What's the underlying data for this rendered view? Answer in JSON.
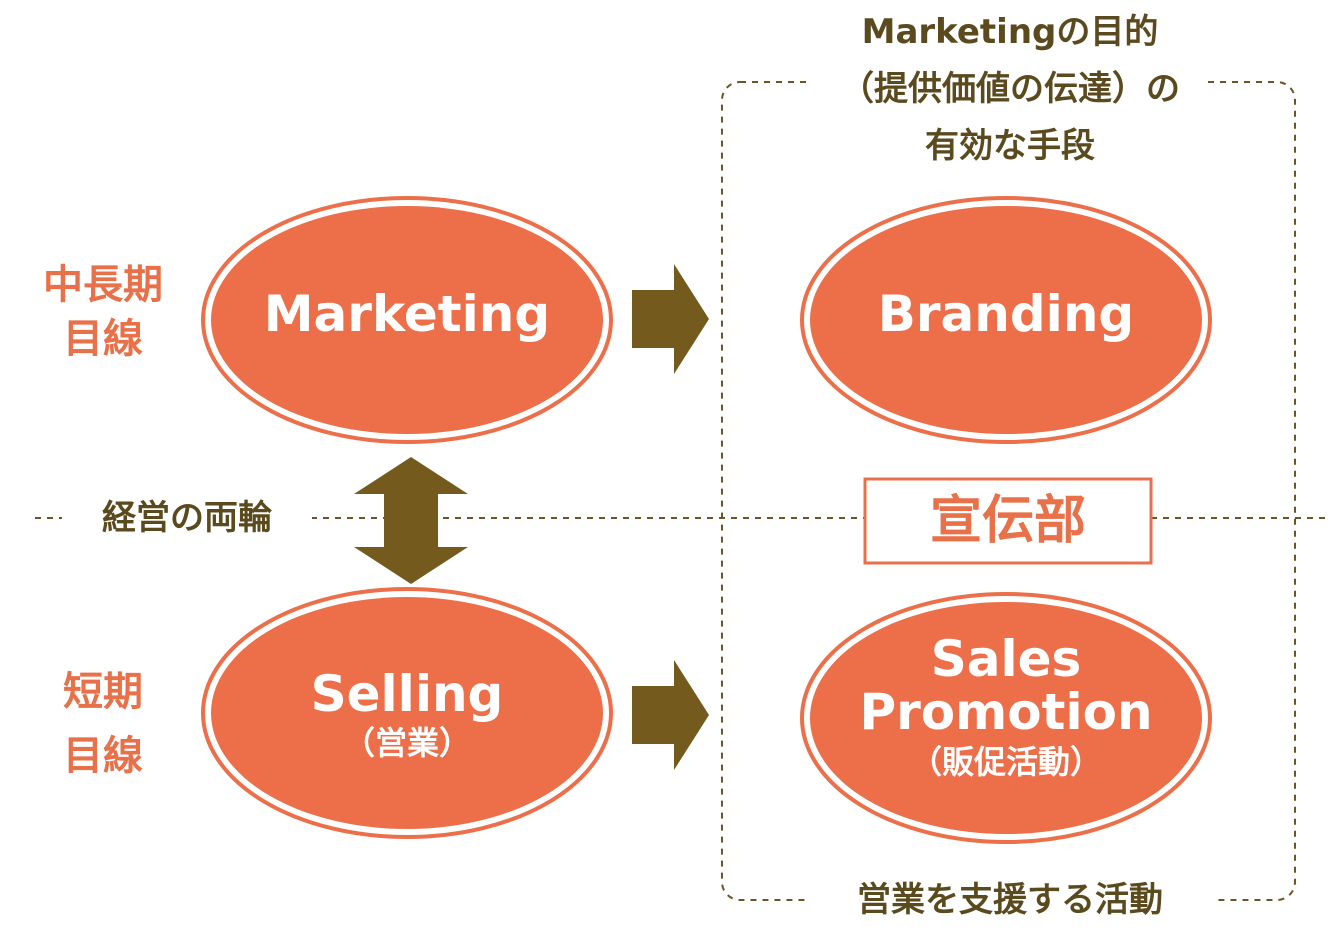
{
  "colors": {
    "ellipse_fill": "#ec6f4a",
    "ellipse_border": "#ec6f4a",
    "arrow": "#745a1c",
    "text_brown": "#5a4a1e",
    "text_orange": "#e8714a",
    "dashed_line": "#6b5526"
  },
  "left_labels": {
    "long_term": [
      "中長期",
      "目線"
    ],
    "short_term": [
      "短期",
      "目線"
    ]
  },
  "center_label": "経営の両輪",
  "ellipses": {
    "marketing": {
      "title": "Marketing"
    },
    "selling": {
      "title": "Selling",
      "subtitle": "（営業）"
    },
    "branding": {
      "title": "Branding"
    },
    "sales_promotion": {
      "title_line1": "Sales",
      "title_line2": "Promotion",
      "subtitle": "（販促活動）"
    }
  },
  "right_box": {
    "top_caption": [
      "Marketingの目的",
      "（提供価値の伝達）の",
      "有効な手段"
    ],
    "department": "宣伝部",
    "bottom_caption": "営業を支援する活動"
  }
}
